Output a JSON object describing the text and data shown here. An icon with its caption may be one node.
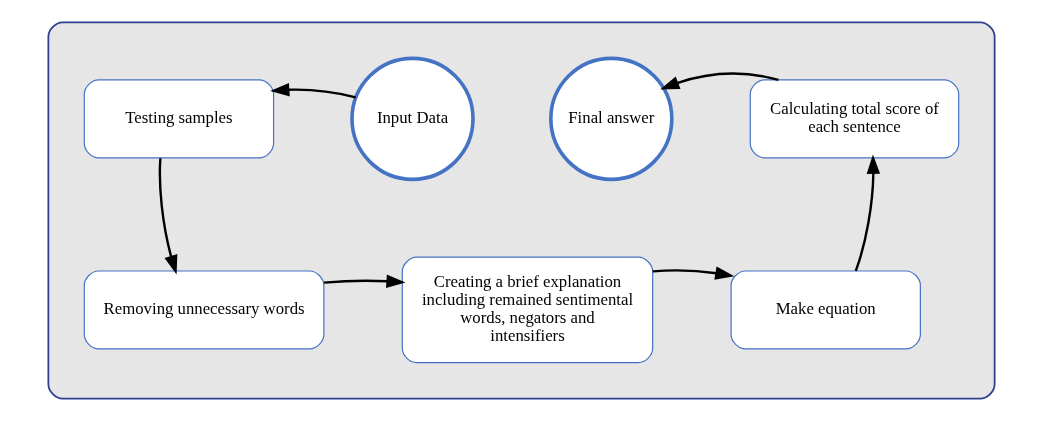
{
  "diagram": {
    "nodes": [
      {
        "text": [],
        "shape": "box"
      },
      {
        "text": [
          "Testing samples"
        ],
        "in": 0
      },
      {
        "text": [
          "Input Data"
        ],
        "in": 0
      },
      {
        "text": [
          "Final answer"
        ],
        "in": 0
      },
      {
        "text": [
          "Calculating total score of each sentence"
        ],
        "in": 0
      },
      {
        "text": [
          "Removing unnecessary words"
        ],
        "in": 0
      },
      {
        "text": [
          "Creating a brief explanation including remained sentimental words, negators and intensifiers"
        ],
        "in": 0
      },
      {
        "text": [
          "Make equation"
        ],
        "in": 0
      }
    ],
    "edges": [
      {
        "from": 2,
        "to": 1,
        "arrow": "to"
      },
      {
        "from": 1,
        "to": 5,
        "arrow": "to"
      },
      {
        "from": 5,
        "to": 6,
        "arrow": "to"
      },
      {
        "from": 6,
        "to": 7,
        "arrow": "to"
      },
      {
        "from": 7,
        "to": 4,
        "arrow": "to"
      },
      {
        "from": 4,
        "to": 3,
        "arrow": "to"
      }
    ]
  }
}
